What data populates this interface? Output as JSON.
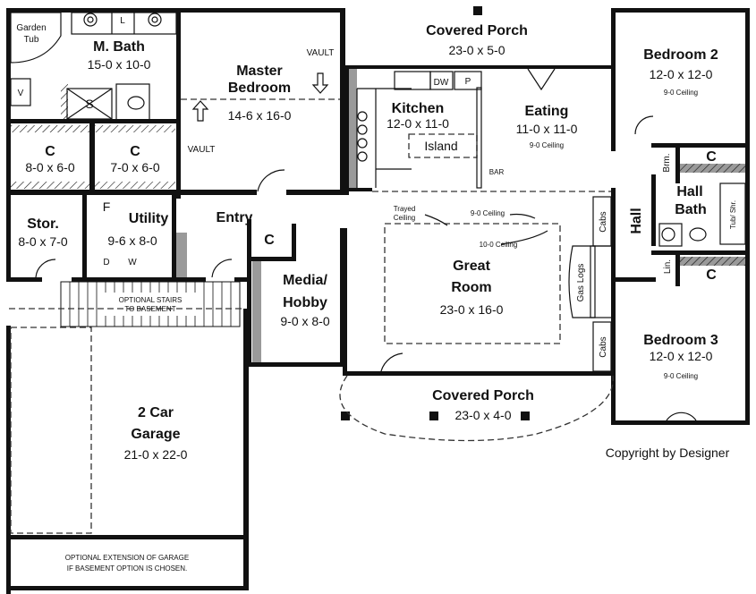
{
  "colors": {
    "wall": "#111111",
    "wall_fill": "#9a9a9a",
    "background": "#ffffff"
  },
  "rooms": {
    "covered_porch_rear": {
      "name": "Covered Porch",
      "dims": "23-0 x 5-0"
    },
    "m_bath": {
      "name": "M. Bath",
      "dims": "15-0 x 10-0",
      "garden_tub_1": "Garden",
      "garden_tub_2": "Tub"
    },
    "master_bedroom": {
      "name_1": "Master",
      "name_2": "Bedroom",
      "dims": "14-6 x 16-0"
    },
    "bedroom_2": {
      "name": "Bedroom 2",
      "dims": "12-0 x 12-0",
      "ceiling": "9-0 Ceiling"
    },
    "kitchen": {
      "name": "Kitchen",
      "dims": "12-0 x 11-0",
      "island": "Island",
      "bar": "BAR",
      "dw": "DW",
      "pantry": "P"
    },
    "eating": {
      "name": "Eating",
      "dims": "11-0 x 11-0",
      "ceiling": "9-0 Ceiling"
    },
    "closet_1": {
      "name": "C",
      "dims": "8-0 x 6-0"
    },
    "closet_2": {
      "name": "C",
      "dims": "7-0 x 6-0"
    },
    "stor": {
      "name": "Stor.",
      "dims": "8-0 x 7-0"
    },
    "utility": {
      "name": "Utility",
      "dims": "9-6 x 8-0",
      "f": "F",
      "d": "D",
      "w": "W"
    },
    "entry": {
      "name": "Entry"
    },
    "entry_closet": {
      "name": "C"
    },
    "media": {
      "name_1": "Media/",
      "name_2": "Hobby",
      "dims": "9-0 x 8-0"
    },
    "great_room": {
      "name_1": "Great",
      "name_2": "Room",
      "dims": "23-0 x 16-0",
      "trayed_1": "Trayed",
      "trayed_2": "Ceiling",
      "ceiling_9": "9-0 Ceiling",
      "ceiling_10": "10-0 Ceiling",
      "cabs_top": "Cabs",
      "cabs_bottom": "Cabs",
      "gas_logs": "Gas Logs"
    },
    "hall": {
      "name": "Hall",
      "brm": "Brm.",
      "lin": "Lin.",
      "closet_a": "C",
      "closet_b": "C"
    },
    "hall_bath": {
      "name_1": "Hall",
      "name_2": "Bath",
      "tub": "Tub/ Shr."
    },
    "bedroom_3": {
      "name": "Bedroom 3",
      "dims": "12-0 x 12-0",
      "ceiling": "9-0 Ceiling"
    },
    "covered_porch_front": {
      "name": "Covered Porch",
      "dims": "23-0 x 4-0"
    },
    "garage": {
      "name_1": "2 Car",
      "name_2": "Garage",
      "dims": "21-0 x 22-0"
    }
  },
  "bath_fixtures": {
    "lav": "L",
    "shower": "S",
    "vanity": "V"
  },
  "vault": {
    "upper": "VAULT",
    "lower": "VAULT"
  },
  "notes": {
    "stairs_1": "OPTIONAL STAIRS",
    "stairs_2": "TO BASEMENT",
    "garage_ext_1": "OPTIONAL EXTENSION OF GARAGE",
    "garage_ext_2": "IF BASEMENT OPTION IS CHOSEN."
  },
  "copyright": "Copyright by Designer"
}
